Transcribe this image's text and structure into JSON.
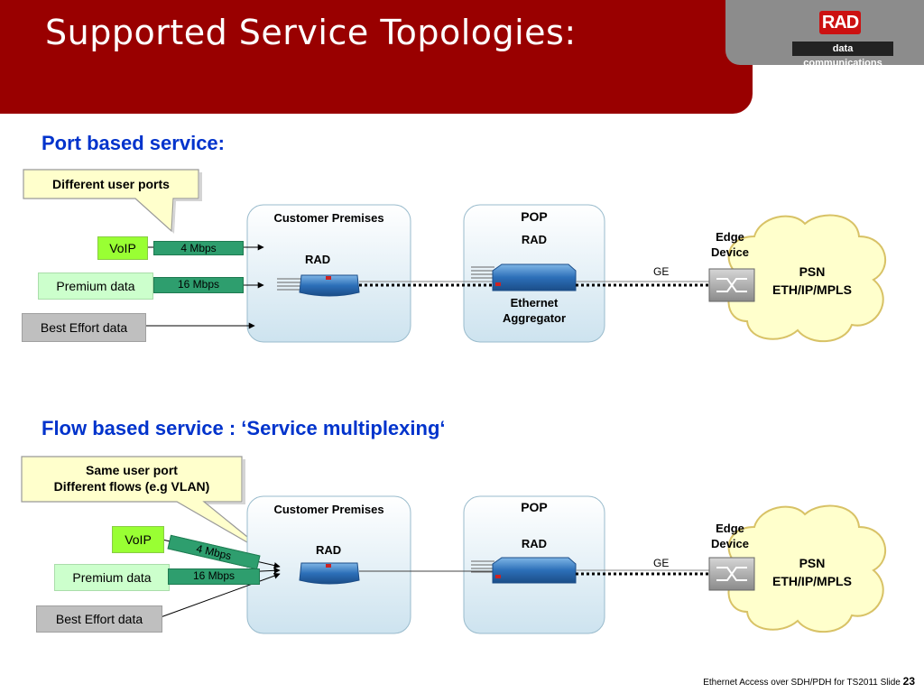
{
  "title": "Supported Service Topologies:",
  "logo": {
    "badge": "RAD",
    "tagline": "data communications"
  },
  "sections": [
    {
      "heading": "Port based service:",
      "callout": "Different user ports",
      "services": {
        "voip": "VoIP",
        "premium": "Premium data",
        "best": "Best Effort data"
      },
      "rates": {
        "voip": "4 Mbps",
        "premium": "16 Mbps"
      },
      "premises": "Customer Premises",
      "premises_device": "RAD",
      "pop": "POP",
      "pop_device": "RAD",
      "pop_caption": "Ethernet\nAggregator",
      "link": "GE",
      "edge": "Edge\nDevice",
      "psn": "PSN\nETH/IP/MPLS"
    },
    {
      "heading": "Flow based service : ‘Service multiplexing‘",
      "callout": "Same user port\nDifferent flows (e.g VLAN)",
      "services": {
        "voip": "VoIP",
        "premium": "Premium data",
        "best": "Best Effort data"
      },
      "rates": {
        "voip": "4 Mbps",
        "premium": "16 Mbps"
      },
      "premises": "Customer Premises",
      "premises_device": "RAD",
      "pop": "POP",
      "pop_device": "RAD",
      "link": "GE",
      "edge": "Edge\nDevice",
      "psn": "PSN\nETH/IP/MPLS"
    }
  ],
  "footer": {
    "text": "Ethernet Access over SDH/PDH for TS2011  Slide",
    "slide": "23"
  },
  "colors": {
    "header": "#990000",
    "section": "#0033cc",
    "voip": "#99ff33",
    "premium": "#ccffcc",
    "best": "#bfbfbf",
    "rate": "#2e9e6e",
    "cloud": "#ffffcc"
  }
}
